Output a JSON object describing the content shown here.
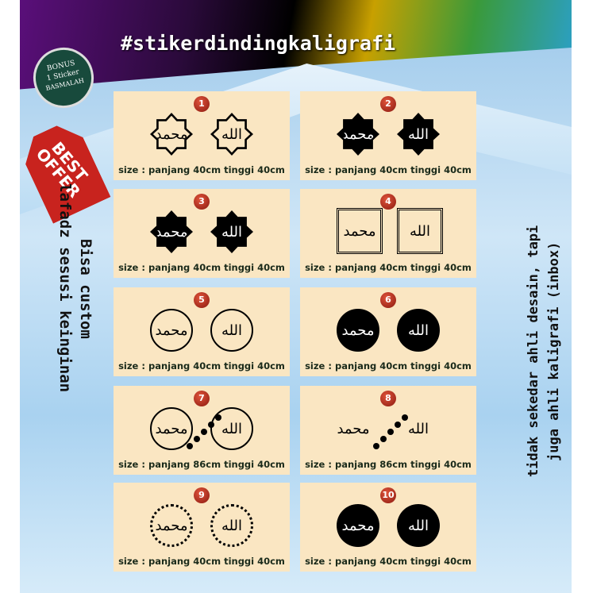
{
  "header": {
    "title": "#stikerdindingkaligrafi"
  },
  "badge": {
    "line1": "BONUS",
    "line2": "1 Sticker",
    "line3": "BASMALAH"
  },
  "tag": {
    "text": "BEST OFFER"
  },
  "left_text": {
    "line1": "Bisa custom",
    "line2": "lafadz sesusi keinginan"
  },
  "right_text": {
    "line1": "tidak sekedar ahli desain, tapi",
    "line2": "juga ahli kaligrafi (inbox)"
  },
  "calligraphy": {
    "muhammad": "محمد",
    "allah": "الله"
  },
  "products": [
    {
      "number": "1",
      "style": "star-outline",
      "size": "size : panjang 40cm tinggi 40cm"
    },
    {
      "number": "2",
      "style": "star-filled",
      "size": "size : panjang 40cm tinggi 40cm"
    },
    {
      "number": "3",
      "style": "star-filled-framed",
      "size": "size : panjang 40cm tinggi 40cm"
    },
    {
      "number": "4",
      "style": "square-outline",
      "size": "size : panjang 40cm tinggi 40cm"
    },
    {
      "number": "5",
      "style": "circle-outline",
      "size": "size : panjang 40cm tinggi 40cm"
    },
    {
      "number": "6",
      "style": "circle-filled",
      "size": "size : panjang 40cm tinggi 40cm"
    },
    {
      "number": "7",
      "style": "infinity-circles",
      "size": "size : panjang 86cm tinggi 40cm"
    },
    {
      "number": "8",
      "style": "infinity-open",
      "size": "size : panjang 86cm tinggi 40cm"
    },
    {
      "number": "9",
      "style": "scallop-outline",
      "size": "size : panjang 40cm tinggi 40cm"
    },
    {
      "number": "10",
      "style": "scallop-filled",
      "size": "size : panjang 40cm tinggi 40cm"
    }
  ]
}
